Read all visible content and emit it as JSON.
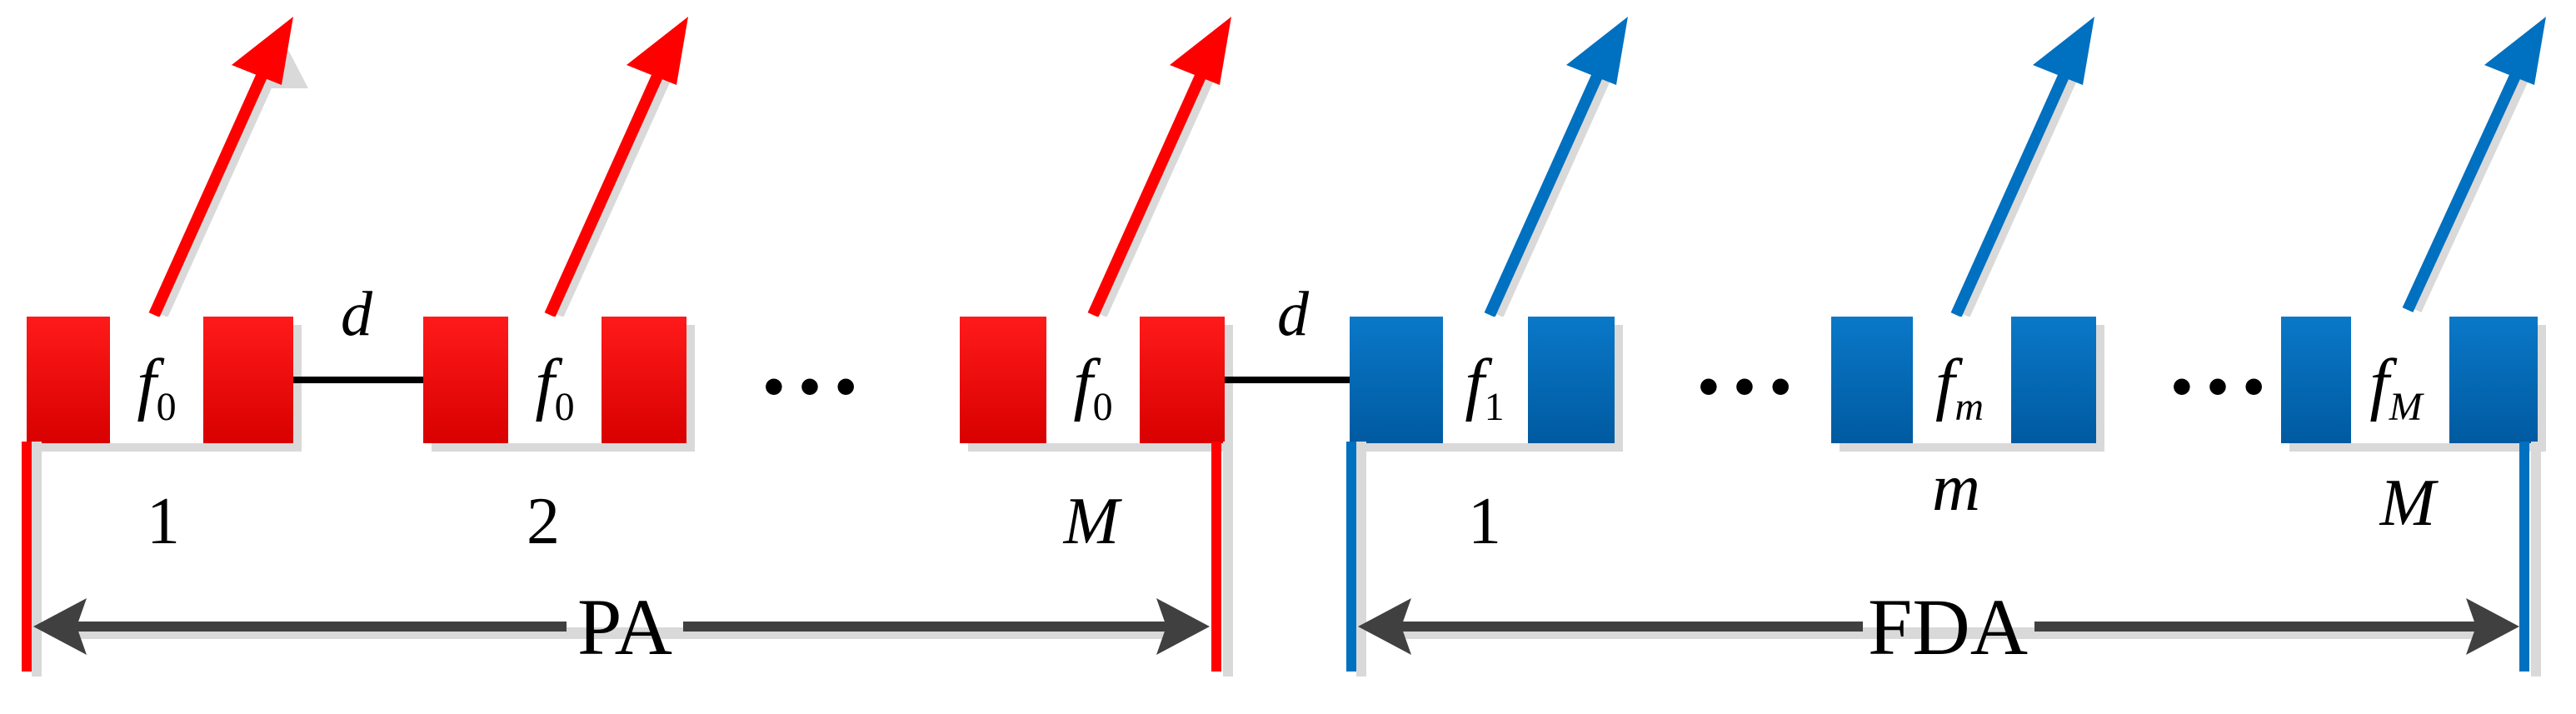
{
  "colors": {
    "pa_red": "#ff0000",
    "pa_red_dark": "#e00000",
    "fda_blue": "#0070c0",
    "fda_blue_dark": "#005ea8",
    "connector": "#000000",
    "arrow_gray": "#404040",
    "shadow": "#d9d9d9",
    "label_box": "#ffffff"
  },
  "labels": {
    "spacing_pa": "d",
    "spacing_mid": "d",
    "dots_pa": "• • •",
    "dots_fda_1": "• • •",
    "dots_fda_2": "• • •",
    "pa": "PA",
    "fda": "FDA"
  },
  "pa": {
    "elements": [
      {
        "freq_base": "f",
        "freq_sub": "0",
        "index": "1"
      },
      {
        "freq_base": "f",
        "freq_sub": "0",
        "index": "2"
      },
      {
        "freq_base": "f",
        "freq_sub": "0",
        "index": "M"
      }
    ]
  },
  "fda": {
    "elements": [
      {
        "freq_base": "f",
        "freq_sub": "1",
        "index": "1"
      },
      {
        "freq_base": "f",
        "freq_sub": "m",
        "index": "m"
      },
      {
        "freq_base": "f",
        "freq_sub": "M",
        "index": "M"
      }
    ]
  }
}
